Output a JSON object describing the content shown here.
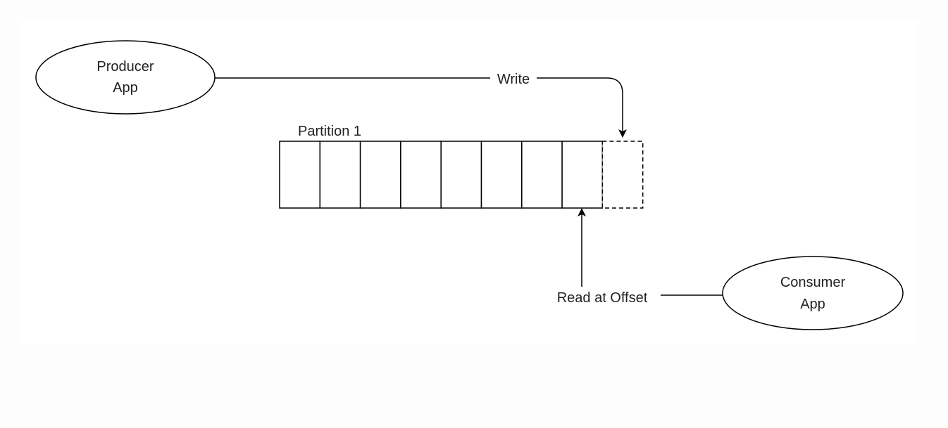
{
  "diagram": {
    "producer": {
      "line1": "Producer",
      "line2": "App"
    },
    "consumer": {
      "line1": "Consumer",
      "line2": "App"
    },
    "partition_label": "Partition 1",
    "write_label": "Write",
    "read_label": "Read at Offset",
    "colors": {
      "stroke": "#000000",
      "text": "#222222",
      "background": "#ffffff"
    }
  }
}
